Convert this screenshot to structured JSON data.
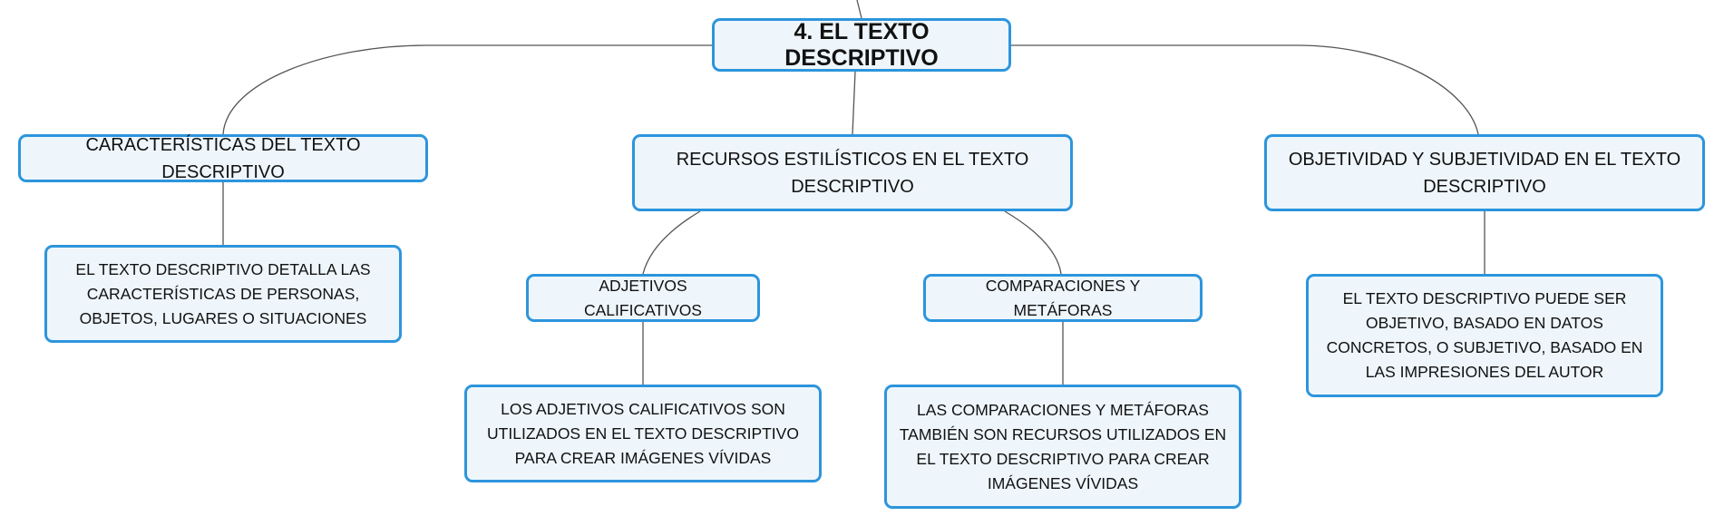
{
  "root": {
    "label": "4. EL TEXTO DESCRIPTIVO"
  },
  "branches": {
    "caracteristicas": {
      "label": "CARACTERÍSTICAS DEL TEXTO DESCRIPTIVO",
      "detail": "EL TEXTO DESCRIPTIVO DETALLA LAS CARACTERÍSTICAS DE PERSONAS, OBJETOS, LUGARES O SITUACIONES"
    },
    "recursos": {
      "label": "RECURSOS ESTILÍSTICOS EN EL TEXTO DESCRIPTIVO",
      "adjetivos": {
        "label": "ADJETIVOS CALIFICATIVOS",
        "detail": "LOS ADJETIVOS CALIFICATIVOS SON UTILIZADOS EN EL TEXTO DESCRIPTIVO PARA CREAR IMÁGENES VÍVIDAS"
      },
      "comparaciones": {
        "label": "COMPARACIONES Y METÁFORAS",
        "detail": "LAS COMPARACIONES Y METÁFORAS TAMBIÉN SON RECURSOS UTILIZADOS EN EL TEXTO DESCRIPTIVO PARA CREAR IMÁGENES VÍVIDAS"
      }
    },
    "objetividad": {
      "label": "OBJETIVIDAD Y SUBJETIVIDAD EN EL TEXTO DESCRIPTIVO",
      "detail": "EL TEXTO DESCRIPTIVO PUEDE SER OBJETIVO, BASADO EN DATOS CONCRETOS, O SUBJETIVO, BASADO EN LAS IMPRESIONES DEL AUTOR"
    }
  },
  "colors": {
    "node_border": "#2d95dc",
    "node_fill": "#eef6fc",
    "connector": "#555555",
    "text": "#111111"
  }
}
